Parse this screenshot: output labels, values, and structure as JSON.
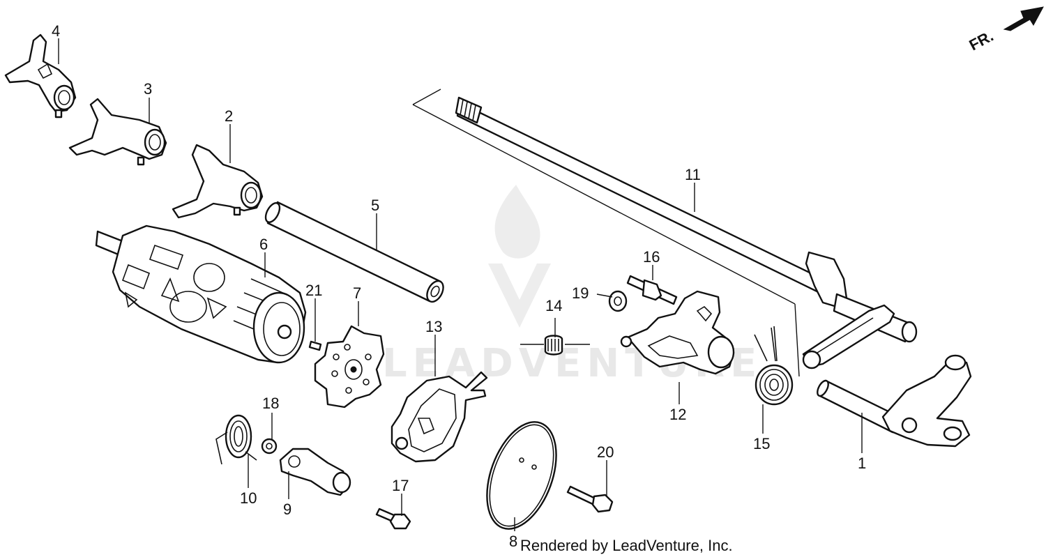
{
  "diagram": {
    "direction_marker": "FR.",
    "credit": "Rendered by LeadVenture, Inc.",
    "watermark": "LEADVENTURE",
    "callouts": {
      "c1": "1",
      "c2": "2",
      "c3": "3",
      "c4": "4",
      "c5": "5",
      "c6": "6",
      "c7": "7",
      "c8": "8",
      "c9": "9",
      "c10": "10",
      "c11": "11",
      "c12": "12",
      "c13": "13",
      "c14": "14",
      "c15": "15",
      "c16": "16",
      "c17": "17",
      "c18": "18",
      "c19": "19",
      "c20": "20",
      "c21": "21"
    }
  }
}
